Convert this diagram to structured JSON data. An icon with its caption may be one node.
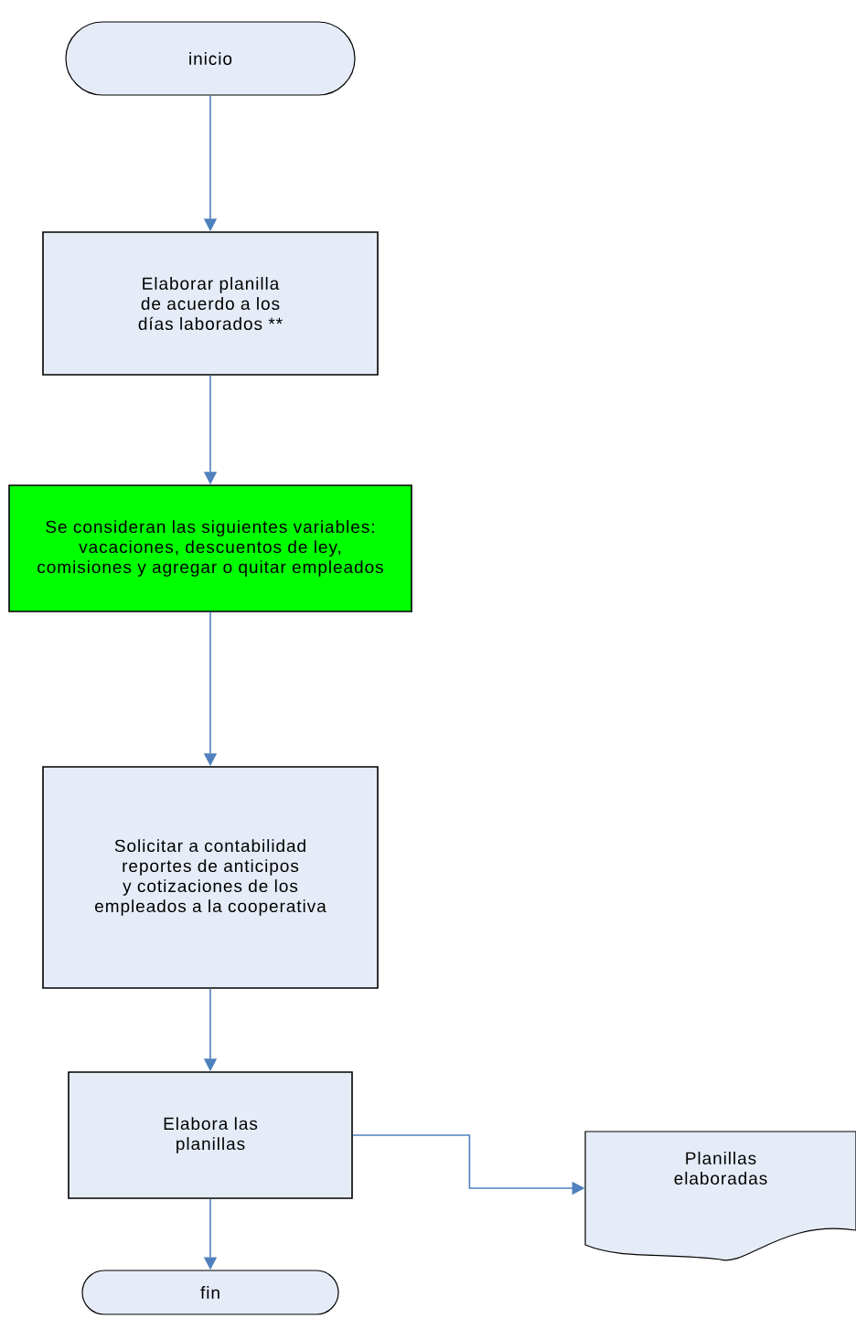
{
  "diagram": {
    "nodes": [
      {
        "text": [
          "inicio"
        ]
      },
      {
        "text": [
          "Elaborar planilla de acuerdo a los días laborados **"
        ]
      },
      {
        "text": [
          "Se consideran las siguientes variables: vacaciones, descuentos de ley, comisiones y agregar o quitar empleados"
        ]
      },
      {
        "text": [
          "Solicitar a contabilidad reportes de anticipos y cotizaciones de los empleados a la cooperativa"
        ]
      },
      {
        "text": [
          "Elabora las planillas"
        ]
      },
      {
        "text": [
          "Planillas elaboradas"
        ]
      },
      {
        "text": [
          "fin"
        ]
      }
    ],
    "edges": [
      {
        "from": 0,
        "to": 1,
        "arrow": "to"
      },
      {
        "from": 1,
        "to": 2,
        "arrow": "to"
      },
      {
        "from": 2,
        "to": 3,
        "arrow": "to"
      },
      {
        "from": 3,
        "to": 4,
        "arrow": "to"
      },
      {
        "from": 4,
        "to": 5,
        "arrow": "to"
      },
      {
        "from": 4,
        "to": 6,
        "arrow": "to"
      }
    ]
  }
}
